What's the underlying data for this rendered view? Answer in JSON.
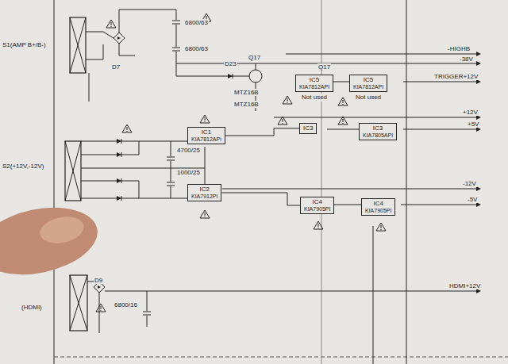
{
  "diagram": {
    "nodes": [
      {
        "text": [
          "IC5",
          "KIA7812API",
          "Not used"
        ]
      },
      {
        "text": [
          "IC5",
          "KIA7812API",
          "Not used"
        ]
      },
      {
        "text": [
          "IC1",
          "KIA7812APi"
        ]
      },
      {
        "text": [
          "IC3"
        ]
      },
      {
        "text": [
          "IC3",
          "KIA7805API"
        ]
      },
      {
        "text": [
          "IC2",
          "KIA7912PI"
        ]
      },
      {
        "text": [
          "IC4",
          "KIA7905PI"
        ]
      },
      {
        "text": [
          "IC4",
          "KIA7905PI"
        ]
      }
    ],
    "edges": [
      {
        "from": 2,
        "to": 3,
        "arrow": "none"
      },
      {
        "from": 5,
        "to": 6,
        "arrow": "none"
      }
    ],
    "labels": [
      "S1(AMP B+/B-)",
      "6800/63",
      "6800/63",
      "D7",
      "D23",
      "Q17",
      "MTZ16B",
      "MTZ16B",
      "Q17",
      "-HIGHB",
      "-38V",
      "TRIGGER+12V",
      "+12V",
      "+5V",
      "4700/25",
      "1000/25",
      "S2(+12V,-12V)",
      "-12V",
      "-5V",
      "D9",
      "6800/16",
      "HDMI+12V",
      "(HDMI)"
    ]
  }
}
